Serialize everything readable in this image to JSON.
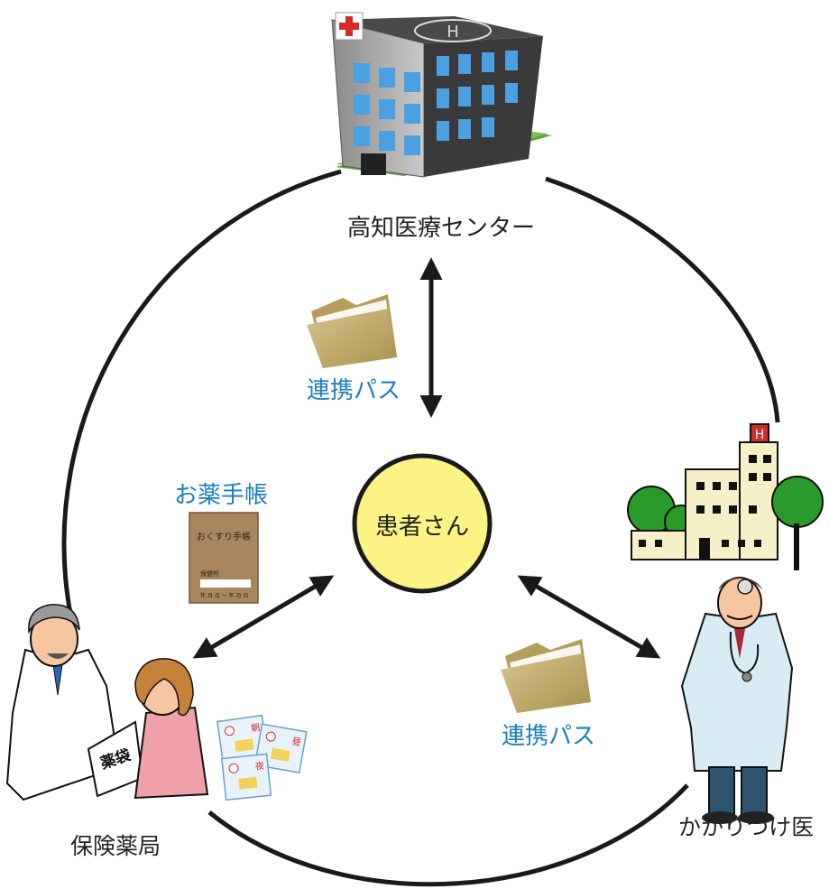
{
  "nodes": {
    "hospital": "高知医療センター",
    "pharmacy": "保険薬局",
    "clinic": "かかりつけ医",
    "patient": "患者さん"
  },
  "items": {
    "path_top": "連携パス",
    "path_right": "連携パス",
    "notebook": "お薬手帳"
  },
  "notebook_cover": {
    "title": "おくすり手帳",
    "field_label": "保健所",
    "date_row": "年 月 日 ～ 年 月 日"
  },
  "props": {
    "hospital_sign": "H",
    "clinic_sign": "H",
    "medicine_bag": "薬袋",
    "packet_labels": [
      "朝",
      "昼",
      "夜"
    ]
  },
  "colors": {
    "text_blue": "#1a7fc1",
    "patient_circle": "#fbf384",
    "line": "#1a1a1a"
  }
}
